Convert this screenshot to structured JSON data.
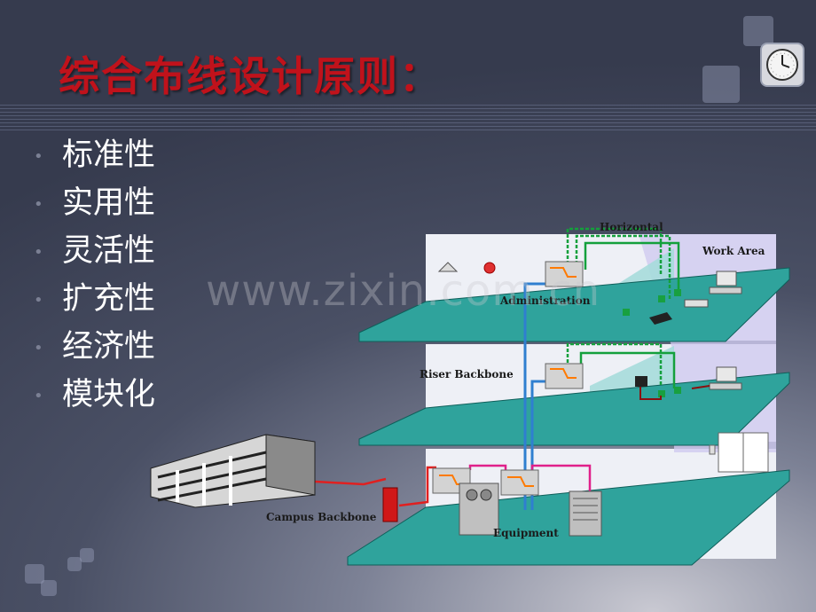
{
  "slide": {
    "title": "综合布线设计原则：",
    "bullets": [
      "标准性",
      "实用性",
      "灵活性",
      "扩充性",
      "经济性",
      "模块化"
    ],
    "watermark": "www.zixin.com.cn"
  },
  "diagram": {
    "labels": {
      "horizontal": "Horizontal",
      "work_area": "Work Area",
      "administration": "Administration",
      "riser_backbone": "Riser Backbone",
      "campus_backbone": "Campus Backbone",
      "equipment": "Equipment"
    }
  },
  "colors": {
    "title": "#c0121b",
    "floor": "#2fa39c",
    "cable_green": "#14a03c",
    "cable_blue": "#2f7fd0",
    "cable_red": "#e02020",
    "cable_magenta": "#e0208a"
  },
  "icons": [
    "clock-icon",
    "building-icon",
    "telephone-icon",
    "computer-icon",
    "lamp-icon",
    "alarm-bell-icon",
    "door-icon"
  ]
}
